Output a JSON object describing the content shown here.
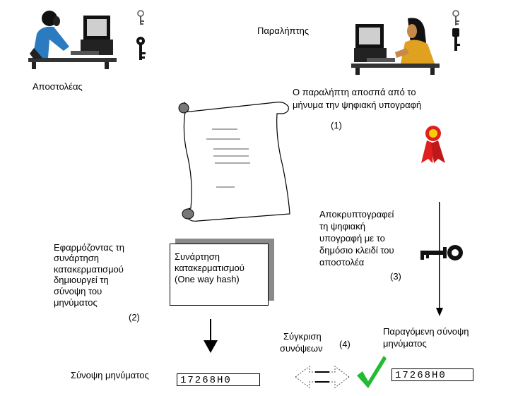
{
  "sender": {
    "label": "Αποστολέας"
  },
  "receiver": {
    "label": "Παραλήπτης"
  },
  "step1": {
    "text_line1": "Ο παραλήπτη αποσπά από το",
    "text_line2": "μήνυμα την ψηφιακή υπογραφή",
    "number": "(1)"
  },
  "step2": {
    "line1": "Εφαρμόζοντας τη",
    "line2": "συνάρτηση",
    "line3": "κατακερματισμού",
    "line4": "δημιουργεί τη",
    "line5": "σύνοψη του",
    "line6": "μηνύματος",
    "number": "(2)"
  },
  "hash_box": {
    "line1": "Συνάρτηση",
    "line2": "κατακερματισμού",
    "line3": "(One way hash)"
  },
  "step3": {
    "line1": "Αποκρυπτογραφεί",
    "line2": "τη ψηφιακή",
    "line3": "υπογραφή με το",
    "line4": "δημόσιο κλειδί του",
    "line5": "αποστολέα",
    "number": "(3)"
  },
  "produced_digest": {
    "line1": "Παραγόμενη σύνοψη",
    "line2": "μηνύματος"
  },
  "comparison": {
    "line1": "Σύγκριση",
    "line2": "συνόψεων",
    "number": "(4)"
  },
  "digest_label": "Σύνοψη μηνύματος",
  "digest_left": "17268H0",
  "digest_right": "17268H0",
  "colors": {
    "check": "#22bb33",
    "seal": "#e02020",
    "seal_center": "#f4d000",
    "shadow": "#8a8a8a",
    "person_shirt": "#2a7bc0"
  },
  "icons": [
    "sender-person-at-computer-icon",
    "receiver-person-at-computer-icon",
    "key-icon",
    "scroll-document-icon",
    "seal-ribbon-icon",
    "check-icon",
    "compare-arrows-icon"
  ]
}
